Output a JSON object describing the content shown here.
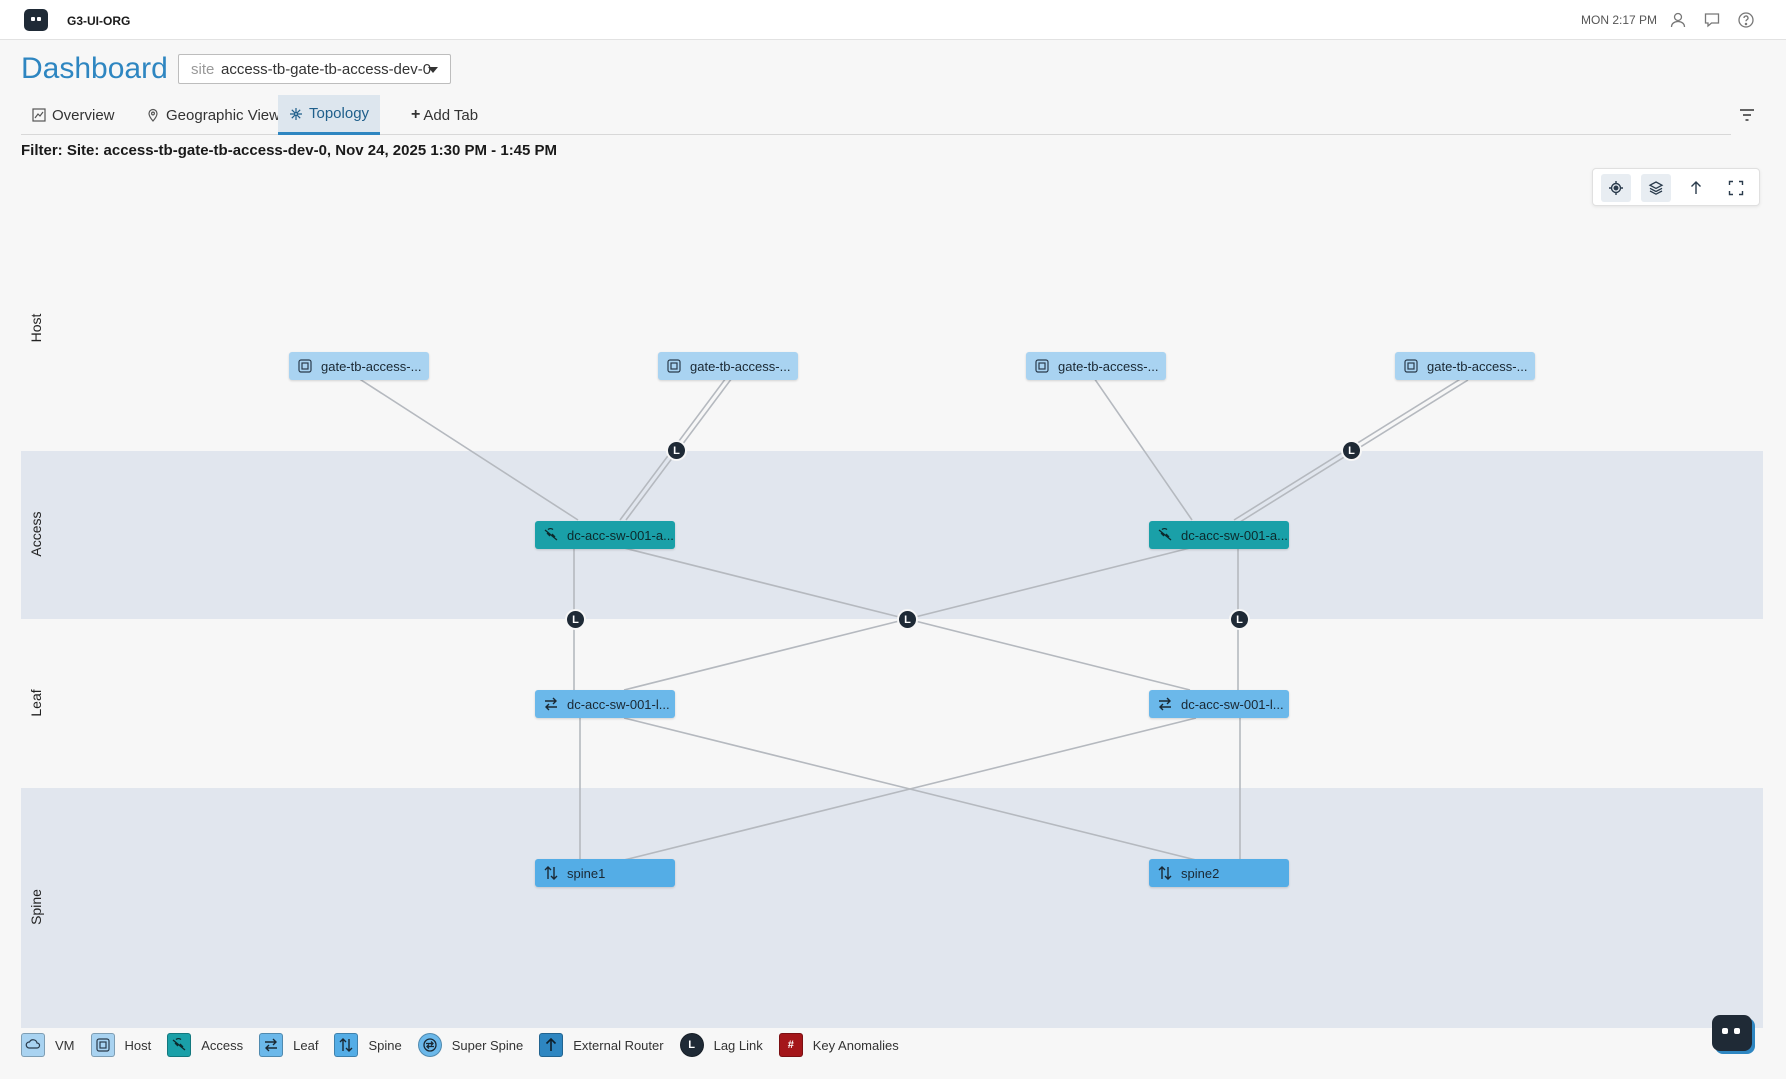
{
  "header": {
    "org_name": "G3-UI-ORG",
    "clock": "MON 2:17 PM",
    "icons": [
      "user-icon",
      "chat-icon",
      "help-icon"
    ]
  },
  "page": {
    "title": "Dashboard",
    "site_label": "site",
    "site_value": "access-tb-gate-tb-access-dev-0"
  },
  "tabs": [
    {
      "label": "Overview",
      "icon": "chart-icon",
      "active": false
    },
    {
      "label": "Geographic View",
      "icon": "location-pin-icon",
      "active": false
    },
    {
      "label": "Topology",
      "icon": "topology-icon",
      "active": true
    },
    {
      "label": "Add Tab",
      "icon": "plus-icon",
      "active": false
    }
  ],
  "filter_text": "Filter: Site: access-tb-gate-tb-access-dev-0, Nov 24, 2025 1:30 PM - 1:45 PM",
  "toolbar": [
    "locate-icon",
    "layers-icon",
    "arrow-up-icon",
    "fullscreen-icon"
  ],
  "layers": [
    "Host",
    "Access",
    "Leaf",
    "Spine"
  ],
  "nodes": {
    "hosts": [
      "gate-tb-access-...",
      "gate-tb-access-...",
      "gate-tb-access-...",
      "gate-tb-access-..."
    ],
    "access": [
      "dc-acc-sw-001-a...",
      "dc-acc-sw-001-a..."
    ],
    "leaf": [
      "dc-acc-sw-001-l...",
      "dc-acc-sw-001-l..."
    ],
    "spine": [
      "spine1",
      "spine2"
    ]
  },
  "lag_label": "L",
  "legend": [
    {
      "label": "VM",
      "icon": "vm-icon",
      "color": "#a9d3f1"
    },
    {
      "label": "Host",
      "icon": "host-icon",
      "color": "#a9d3f1"
    },
    {
      "label": "Access",
      "icon": "access-icon",
      "color": "#1aa0a8"
    },
    {
      "label": "Leaf",
      "icon": "leaf-icon",
      "color": "#6bb8ea"
    },
    {
      "label": "Spine",
      "icon": "spine-icon",
      "color": "#54ade6"
    },
    {
      "label": "Super Spine",
      "icon": "super-spine-icon",
      "color": "#6bb8ea"
    },
    {
      "label": "External Router",
      "icon": "external-router-icon",
      "color": "#2e86c1"
    },
    {
      "label": "Lag Link",
      "icon": "lag-link-icon",
      "color": "#1f2a36"
    },
    {
      "label": "Key Anomalies",
      "icon": "key-anomalies-icon",
      "color": "#a4161a"
    }
  ],
  "colors": {
    "accent": "#2e86c1",
    "band": "#e1e6ee",
    "link": "#b5b9bf"
  }
}
